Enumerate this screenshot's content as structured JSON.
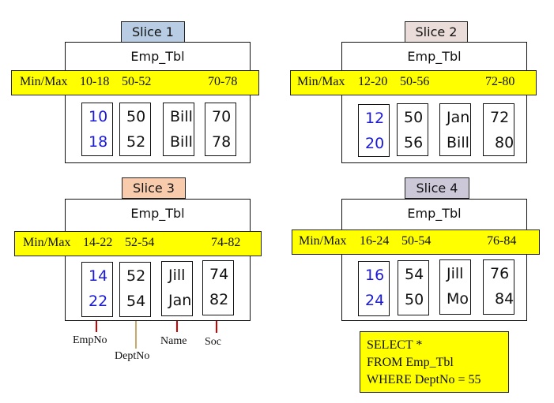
{
  "colors": {
    "band": "#ffff00",
    "key_text": "#1a1ad8",
    "arrow": "#e00000"
  },
  "slices": [
    {
      "tab": "Slice 1",
      "tab_color": "#b8cce4",
      "table": "Emp_Tbl",
      "minmax_label": "Min/Max",
      "ranges": [
        "10-18",
        "50-52",
        "70-78"
      ],
      "columns": [
        [
          "10",
          "18"
        ],
        [
          "50",
          "52"
        ],
        [
          "Bill",
          "Bill"
        ],
        [
          "70",
          "78"
        ]
      ]
    },
    {
      "tab": "Slice 2",
      "tab_color": "#eadcd8",
      "table": "Emp_Tbl",
      "minmax_label": "Min/Max",
      "ranges": [
        "12-20",
        "50-56",
        "72-80"
      ],
      "columns": [
        [
          "12",
          "20"
        ],
        [
          "50",
          "56"
        ],
        [
          "Jan",
          "Bill"
        ],
        [
          "72",
          " 80"
        ]
      ]
    },
    {
      "tab": "Slice 3",
      "tab_color": "#f8cbad",
      "table": "Emp_Tbl",
      "minmax_label": "Min/Max",
      "ranges": [
        "14-22",
        "52-54",
        "74-82"
      ],
      "columns": [
        [
          "14",
          "22"
        ],
        [
          "52",
          "54"
        ],
        [
          "Jill",
          "Jan"
        ],
        [
          "74",
          "82"
        ]
      ]
    },
    {
      "tab": "Slice 4",
      "tab_color": "#ccc8d8",
      "table": "Emp_Tbl",
      "minmax_label": "Min/Max",
      "ranges": [
        "16-24",
        "50-54",
        "76-84"
      ],
      "columns": [
        [
          "16",
          "24"
        ],
        [
          "54",
          "50"
        ],
        [
          "Jill",
          "Mo"
        ],
        [
          "76",
          " 84"
        ]
      ]
    }
  ],
  "column_labels": [
    "EmpNo",
    "DeptNo",
    "Name",
    "Soc"
  ],
  "query": {
    "line1": "SELECT *",
    "line2": "FROM Emp_Tbl",
    "line3": "WHERE DeptNo = 55"
  }
}
